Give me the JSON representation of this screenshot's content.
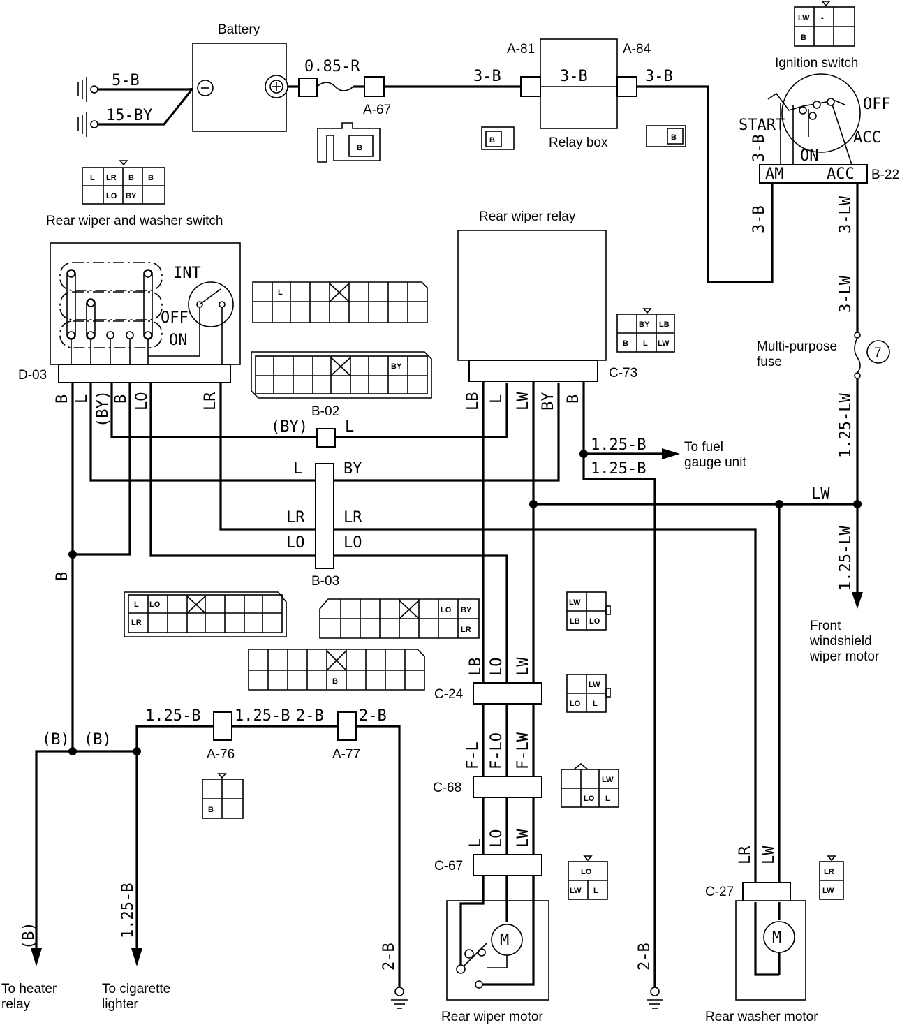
{
  "components": {
    "battery": "Battery",
    "relay_box": "Relay box",
    "ignition_switch": "Ignition switch",
    "rear_wiper_washer_switch": "Rear wiper and washer switch",
    "rear_wiper_relay": "Rear wiper relay",
    "multi_purpose_fuse": [
      "Multi-purpose",
      "fuse"
    ],
    "fuse_number": "7",
    "rear_wiper_motor": "Rear wiper motor",
    "rear_washer_motor": "Rear washer motor",
    "motor_symbol": "M"
  },
  "switch_positions": {
    "int": "INT",
    "off": "OFF",
    "on": "ON",
    "ign_off": "OFF",
    "ign_acc": "ACC",
    "ign_start": "START",
    "ign_on": "ON",
    "ign_am": "AM",
    "ign_acc_terminal": "ACC"
  },
  "connectors": {
    "a81": "A-81",
    "a84": "A-84",
    "a67": "A-67",
    "b22": "B-22",
    "d03": "D-03",
    "c73": "C-73",
    "b02": "B-02",
    "b03": "B-03",
    "c24": "C-24",
    "c68": "C-68",
    "c67": "C-67",
    "c27": "C-27",
    "a76": "A-76",
    "a77": "A-77"
  },
  "wires": {
    "w5b": "5-B",
    "w15by": "15-BY",
    "w085r": "0.85-R",
    "w3b": "3-B",
    "w3lw": "3-LW",
    "w125lw": "1.25-LW",
    "lw": "LW",
    "w125b": "1.25-B",
    "w2b": "2-B",
    "b": "B",
    "b_paren": "(B)",
    "by_paren": "(BY)",
    "by": "BY",
    "l": "L",
    "lr": "LR",
    "lo": "LO",
    "lb": "LB",
    "fl": "F-L",
    "flo": "F-LO",
    "flw": "F-LW"
  },
  "destinations": {
    "fuel_gauge": [
      "To fuel",
      "gauge unit"
    ],
    "front_wiper": [
      "Front",
      "windshield",
      "wiper motor"
    ],
    "heater_relay": [
      "To heater",
      "relay"
    ],
    "cig_lighter": [
      "To cigarette",
      "lighter"
    ]
  },
  "pins": {
    "ign_conn": [
      "LW",
      "-",
      "B"
    ],
    "switch_conn": [
      "L",
      "LR",
      "B",
      "B",
      "LO",
      "BY"
    ],
    "relay_conn": [
      "BY",
      "LB",
      "B",
      "L",
      "LW"
    ],
    "b": "B",
    "l": "L",
    "by": "BY",
    "lo": "LO",
    "lr": "LR",
    "lw": "LW",
    "lb": "LB"
  }
}
